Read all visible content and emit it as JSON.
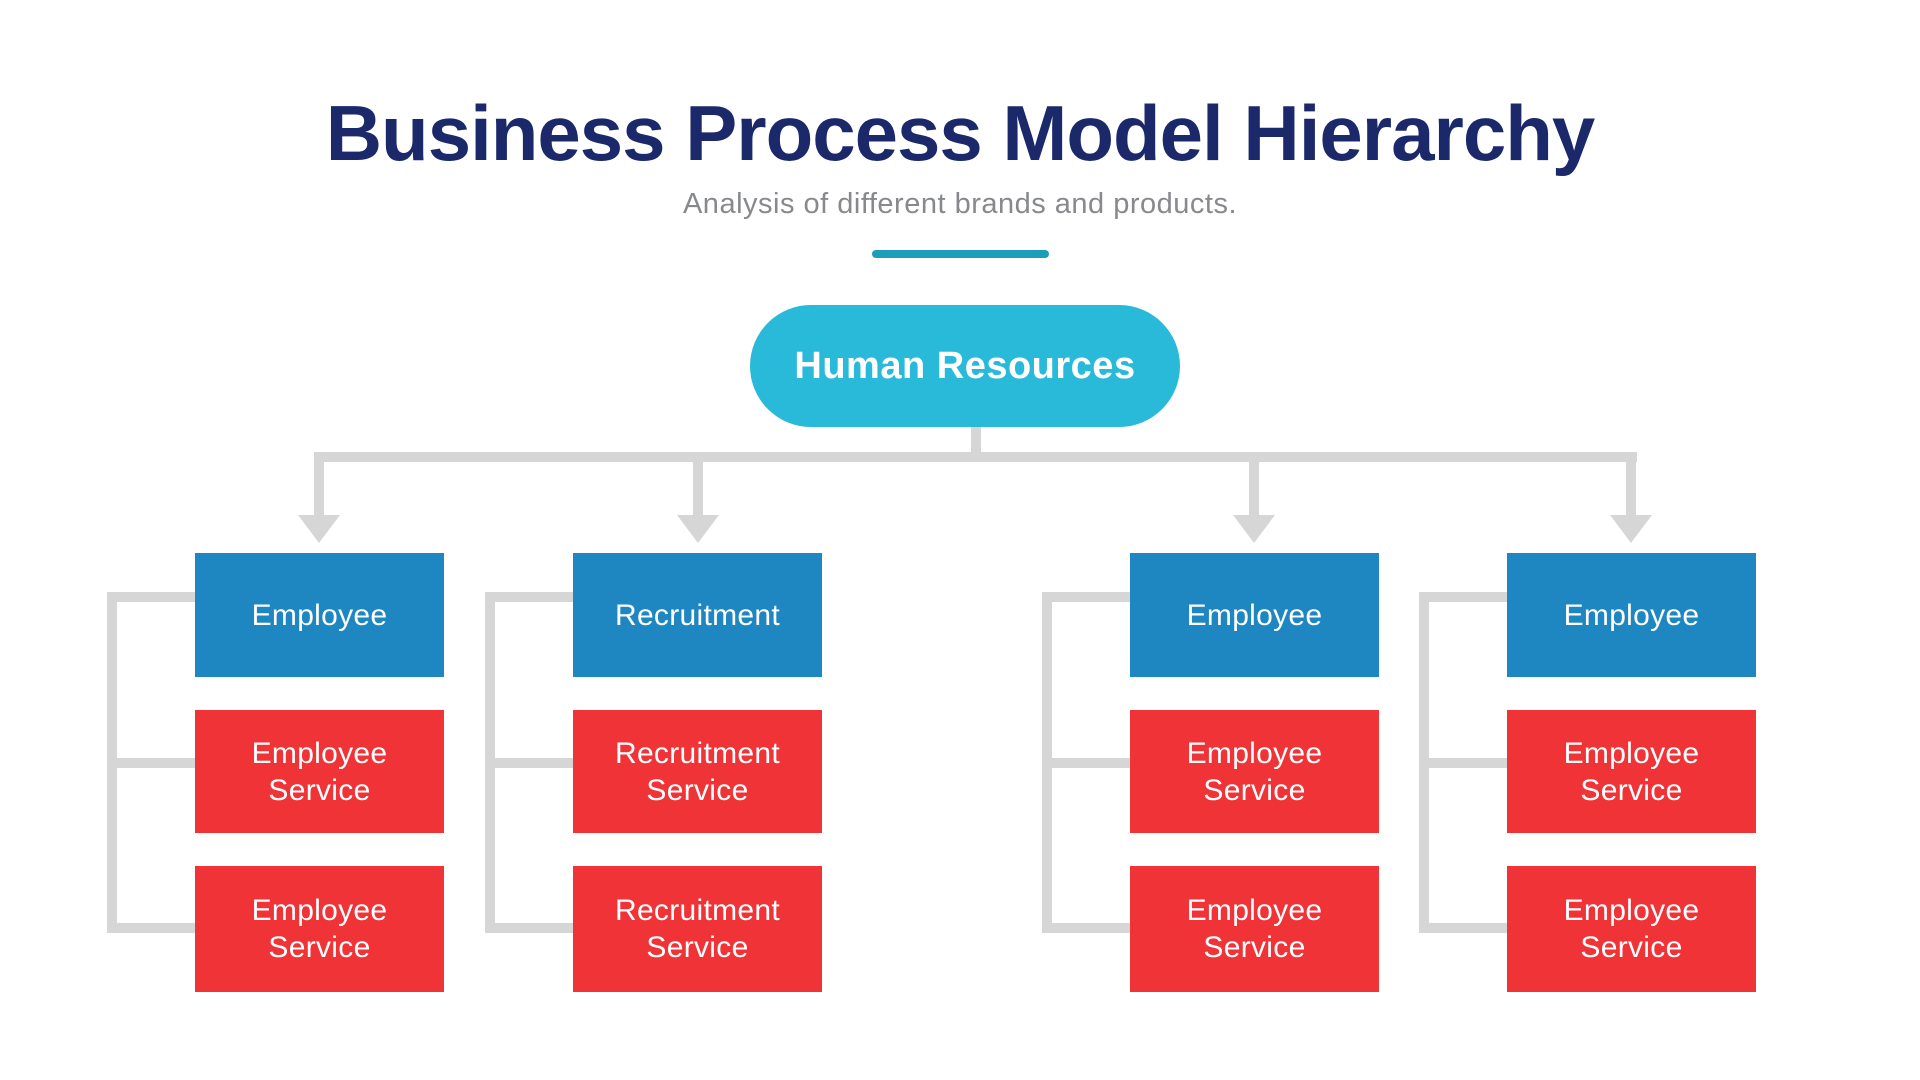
{
  "title": "Business Process Model Hierarchy",
  "subtitle": "Analysis of different brands and products.",
  "root_node": {
    "label": "Human Resources"
  },
  "columns": [
    {
      "parent": "Employee",
      "children": [
        "Employee Service",
        "Employee Service"
      ]
    },
    {
      "parent": "Recruitment",
      "children": [
        "Recruitment Service",
        "Recruitment Service"
      ]
    },
    {
      "parent": "Employee",
      "children": [
        "Employee Service",
        "Employee Service"
      ]
    },
    {
      "parent": "Employee",
      "children": [
        "Employee Service",
        "Employee Service"
      ]
    }
  ],
  "colors": {
    "title": "#1B296B",
    "subtitle": "#87898C",
    "divider": "#1C9EBB",
    "root_fill": "#29B9D9",
    "parent_fill": "#1E86C0",
    "child_fill": "#EF3337",
    "connector": "#D6D6D6",
    "node_text": "#FFFFFF",
    "background": "#FFFFFF"
  }
}
